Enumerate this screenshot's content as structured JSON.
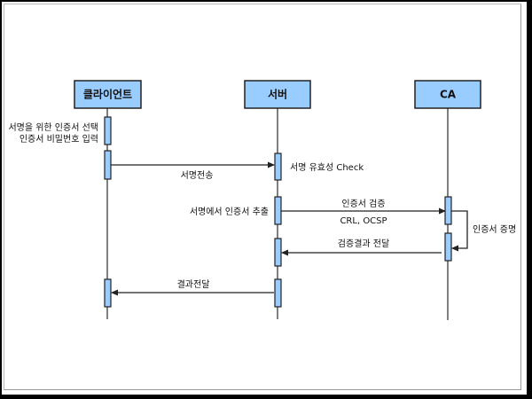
{
  "diagram": {
    "type": "sequence",
    "colors": {
      "actor_fill": "#99ccff",
      "activation_fill": "#99ccff",
      "stroke": "#222222"
    },
    "actors": [
      {
        "id": "client",
        "label": "클라이언트"
      },
      {
        "id": "server",
        "label": "서버"
      },
      {
        "id": "ca",
        "label": "CA"
      }
    ],
    "notes": {
      "client_select_line1": "서명을 위한 인증서 선택",
      "client_select_line2": "인증서 비밀번호 입력",
      "server_check": "서명 유효성 Check",
      "server_extract": "서명에서 인증서 추출"
    },
    "messages": [
      {
        "from": "client",
        "to": "server",
        "label": "서명전송"
      },
      {
        "from": "server",
        "to": "ca",
        "label": "인증서 검증",
        "sublabel": "CRL, OCSP"
      },
      {
        "from": "ca",
        "to": "ca",
        "label": "인증서 증명"
      },
      {
        "from": "ca",
        "to": "server",
        "label": "검증결과 전달"
      },
      {
        "from": "server",
        "to": "client",
        "label": "결과전달"
      }
    ]
  }
}
